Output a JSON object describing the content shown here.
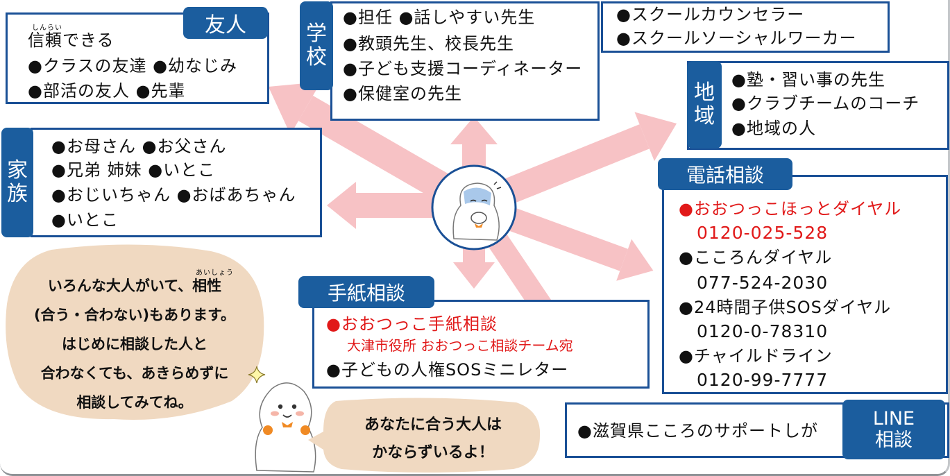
{
  "friends": {
    "tag": "友人",
    "ruby": "しんらい",
    "lines": [
      "信頼できる",
      "●クラスの友達 ●幼なじみ",
      "●部活の友人 ●先輩"
    ]
  },
  "school": {
    "tag": [
      "学",
      "校"
    ],
    "lines": [
      "●担任 ●話しやすい先生",
      "●教頭先生、校長先生",
      "●子ども支援コーディネーター",
      "●保健室の先生"
    ],
    "extra": [
      "●スクールカウンセラー",
      "●スクールソーシャルワーカー"
    ]
  },
  "community": {
    "tag": [
      "地",
      "域"
    ],
    "lines": [
      "●塾・習い事の先生",
      "●クラブチームのコーチ",
      "●地域の人"
    ]
  },
  "family": {
    "tag": [
      "家",
      "族"
    ],
    "lines": [
      "●お母さん ●お父さん",
      "●兄弟 姉妹 ●いとこ",
      "●おじいちゃん ●おばあちゃん",
      "●いとこ"
    ]
  },
  "phone": {
    "tag": "電話相談",
    "items": [
      {
        "name": "●おおつっこほっとダイヤル",
        "number": "0120-025-528",
        "highlight": true
      },
      {
        "name": "●こころんダイヤル",
        "number": "077-524-2030",
        "highlight": false
      },
      {
        "name": "●24時間子供SOSダイヤル",
        "number": "0120-0-78310",
        "highlight": false
      },
      {
        "name": "●チャイルドライン",
        "number": "0120-99-7777",
        "highlight": false
      }
    ]
  },
  "letter": {
    "tag": "手紙相談",
    "lines": [
      "●おおつっこ手紙相談",
      "大津市役所 おおつっこ相談チーム宛",
      "●子どもの人権SOSミニレター"
    ]
  },
  "line_consult": {
    "tag": [
      "LINE",
      "相談"
    ],
    "text": "●滋賀県こころのサポートしが"
  },
  "advice": {
    "ruby": "あいしょう",
    "lines": [
      "いろんな大人がいて、相性",
      "(合う・合わない)もあります。",
      "はじめに相談した人と",
      "合わなくても、あきらめずに",
      "相談してみてね。"
    ]
  },
  "encourage": {
    "lines": [
      "あなたに合う大人は",
      "かならずいるよ！"
    ]
  },
  "colors": {
    "tag_blue": "#1b5d9e",
    "box_border": "#1a5096",
    "arrow_pink": "#f7c2c5",
    "bubble_beige": "#f0d9c1",
    "highlight_red": "#e11919"
  }
}
